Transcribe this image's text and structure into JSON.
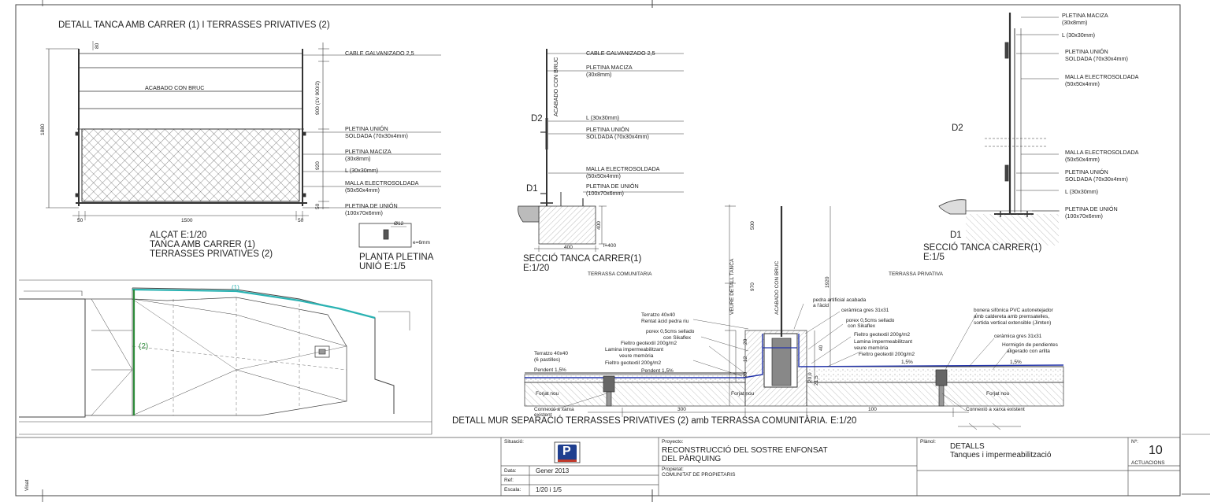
{
  "titles": {
    "main": "DETALL TANCA AMB CARRER (1) I TERRASSES PRIVATIVES (2)",
    "alcat_1": "ALÇAT E:1/20",
    "alcat_2": "TANCA AMB CARRER (1)",
    "alcat_3": "TERRASSES PRIVATIVES (2)",
    "planta_1": "PLANTA PLETINA",
    "planta_2": "UNIÓ E:1/5",
    "seccio_a_1": "SECCIÓ TANCA CARRER(1)",
    "seccio_a_2": "E:1/20",
    "seccio_b_1": "SECCIÓ TANCA CARRER(1)",
    "seccio_b_2": "E:1/5",
    "mur": "DETALL MUR SEPARACIÓ TERRASSES PRIVATIVES (2) amb TERRASSA COMUNITÀRIA. E:1/20"
  },
  "elevation": {
    "labels": [
      "CABLE GALVANIZADO 2,5",
      "PLETINA UNIÓN",
      "SOLDADA (70x30x4mm)",
      "PLETINA MACIZA",
      "(30x8mm)",
      "L (30x30mm)",
      "MALLA ELECTROSOLDADA",
      "(50x50x4mm)",
      "PLETINA DE UNIÓN",
      "(100x70x6mm)"
    ],
    "acabado": "ACABADO CON BRUC",
    "dims": {
      "total_h": "1880",
      "top": "80",
      "upper": "900 (1V 900/2)",
      "mesh": "920",
      "bottom": "50",
      "width": "1500",
      "left": "50",
      "right": "50"
    }
  },
  "plate": {
    "hole": "Ø12",
    "thickness": "e=6mm"
  },
  "section_a": {
    "labels": [
      "CABLE GALVANIZADO 2,5",
      "PLETINA MACIZA",
      "(30x8mm)",
      "L (30x30mm)",
      "PLETINA UNIÓN",
      "SOLDADA (70x30x4mm)",
      "MALLA ELECTROSOLDADA",
      "(50x50x4mm)",
      "PLETINA DE UNIÓN",
      "(100x70x6mm)"
    ],
    "acabado": "ACABADO CON BRUC",
    "d1": "D1",
    "d2": "D2",
    "dims": {
      "w": "400",
      "h": "400",
      "l": "l=400"
    }
  },
  "section_b": {
    "labels": [
      "PLETINA MACIZA",
      "(30x8mm)",
      "L (30x30mm)",
      "PLETINA UNIÓN",
      "SOLDADA (70x30x4mm)",
      "MALLA ELECTROSOLDADA",
      "(50x50x4mm)",
      "MALLA ELECTROSOLDADA",
      "(50x50x4mm)",
      "PLETINA UNIÓN",
      "SOLDADA (70x30x4mm)",
      "L (30x30mm)",
      "PLETINA DE UNIÓN",
      "(100x70x6mm)"
    ],
    "d1": "D1",
    "d2": "D2"
  },
  "plan": {
    "mark1": "(1)",
    "mark2": "(2)"
  },
  "mur": {
    "terrassa_com": "TERRASSA COMUNITARIA",
    "terrassa_priv": "TERRASSA PRIVATIVA",
    "veure": "VEURE DETALL TANCA",
    "acabado": "ACABADO CON BRUC",
    "left_labels": [
      "Terratzo 40x40",
      "Rentat àcid pedra riu",
      "porex 0,5cms sellado",
      "con Sikaflex",
      "Fieltro geotextil 200g/m2",
      "Lamina impermeabilitzant",
      "veure memòria",
      "Fieltro geotextil 200g/m2",
      "Pendent 1,5%",
      "Terratzo 40x40",
      "(6 pastilles)",
      "Pendent 1,5%"
    ],
    "right_labels": [
      "pedra artificial acabada",
      "a l'àcid",
      "ceràmica gres 31x31",
      "porex 0,5cms sellado",
      "con Sikaflex",
      "Fieltro geotextil 200g/m2",
      "Lamina impermeabilitzant",
      "veure memòria",
      "Fieltro geotextil 200g/m2",
      "bonera sifònica PVC autonetejador",
      "amb caldereta amb premsatelles,",
      "sortida vertical extensible (Jimten)",
      "ceràmica gres 31x31",
      "Hormigón de pendientes",
      "aligerado con arlita",
      "1,5%",
      "1,5%"
    ],
    "forjat_1": "Forjat nou",
    "forjat_2": "Forjat nou",
    "forjat_3": "Forjat nou",
    "connexio_l_1": "Connexió a xarxa",
    "connexio_l_2": "existent",
    "connexio_r": "Connexió a xarxa existent",
    "dims": {
      "d300": "300",
      "d100": "100",
      "d500": "500",
      "d970": "970",
      "d1920": "1920",
      "d40": "40",
      "d20": "20",
      "d25": "20",
      "d12": "12",
      "d20b": "20,0",
      "d215": "21,5"
    }
  },
  "title_block": {
    "situacio_label": "Situació:",
    "proyecto_label": "Proyecto:",
    "proyecto_1": "RECONSTRUCCIÓ DEL SOSTRE ENFONSAT",
    "proyecto_2": "DEL PÀRQUING",
    "plano_label": "Plànol:",
    "plano_1": "DETALLS",
    "plano_2": "Tanques i impermeabilització",
    "num_label": "Nº:",
    "num": "10",
    "actuacions": "ACTUACIONS",
    "data_label": "Data:",
    "data": "Gener 2013",
    "ref_label": "Ref:",
    "escala_label": "Escala:",
    "escala": "1/20 i 1/5",
    "propietat_label": "Propietat:",
    "propietat": "COMUNITAT DE PROPIETARIS",
    "logo_letter": "P",
    "side_note": "Visat"
  },
  "colors": {
    "line": "#333333",
    "cyan": "#2bb3b3",
    "green": "#2e8b3a",
    "blue": "#2233aa",
    "logo_bg": "#1f3f8f"
  }
}
